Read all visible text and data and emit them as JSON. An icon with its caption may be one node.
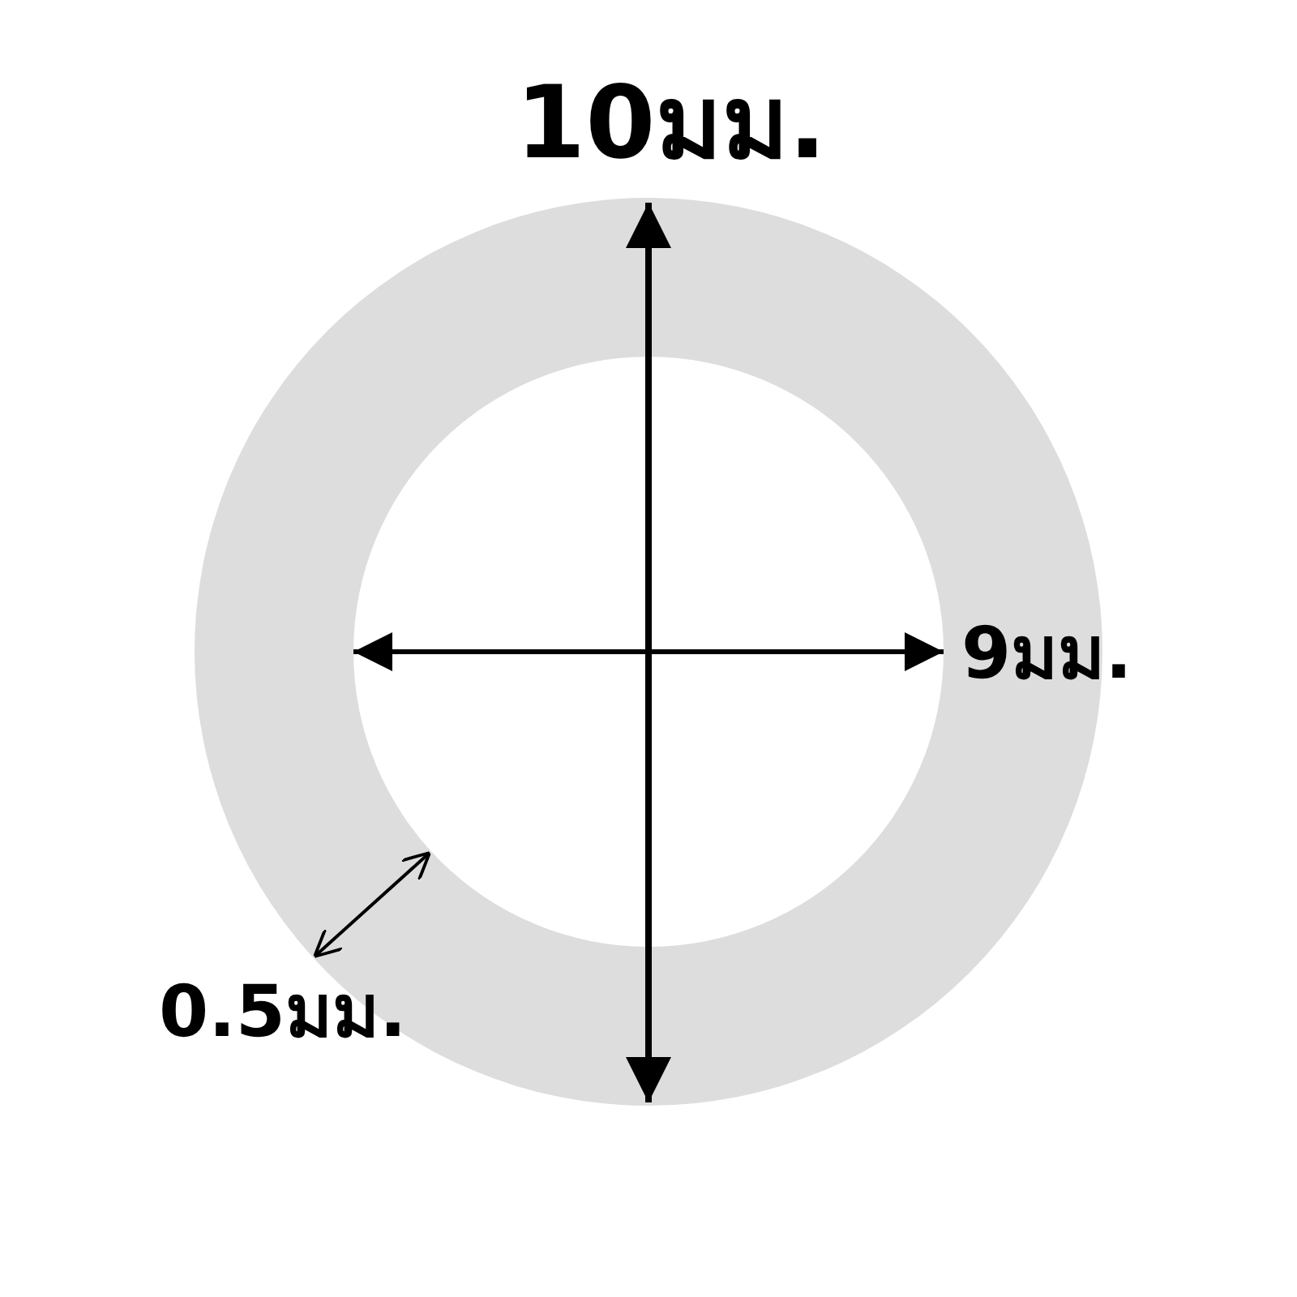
{
  "diagram": {
    "labels": [
      "10มม.",
      "9มม.",
      "0.5มม."
    ]
  }
}
